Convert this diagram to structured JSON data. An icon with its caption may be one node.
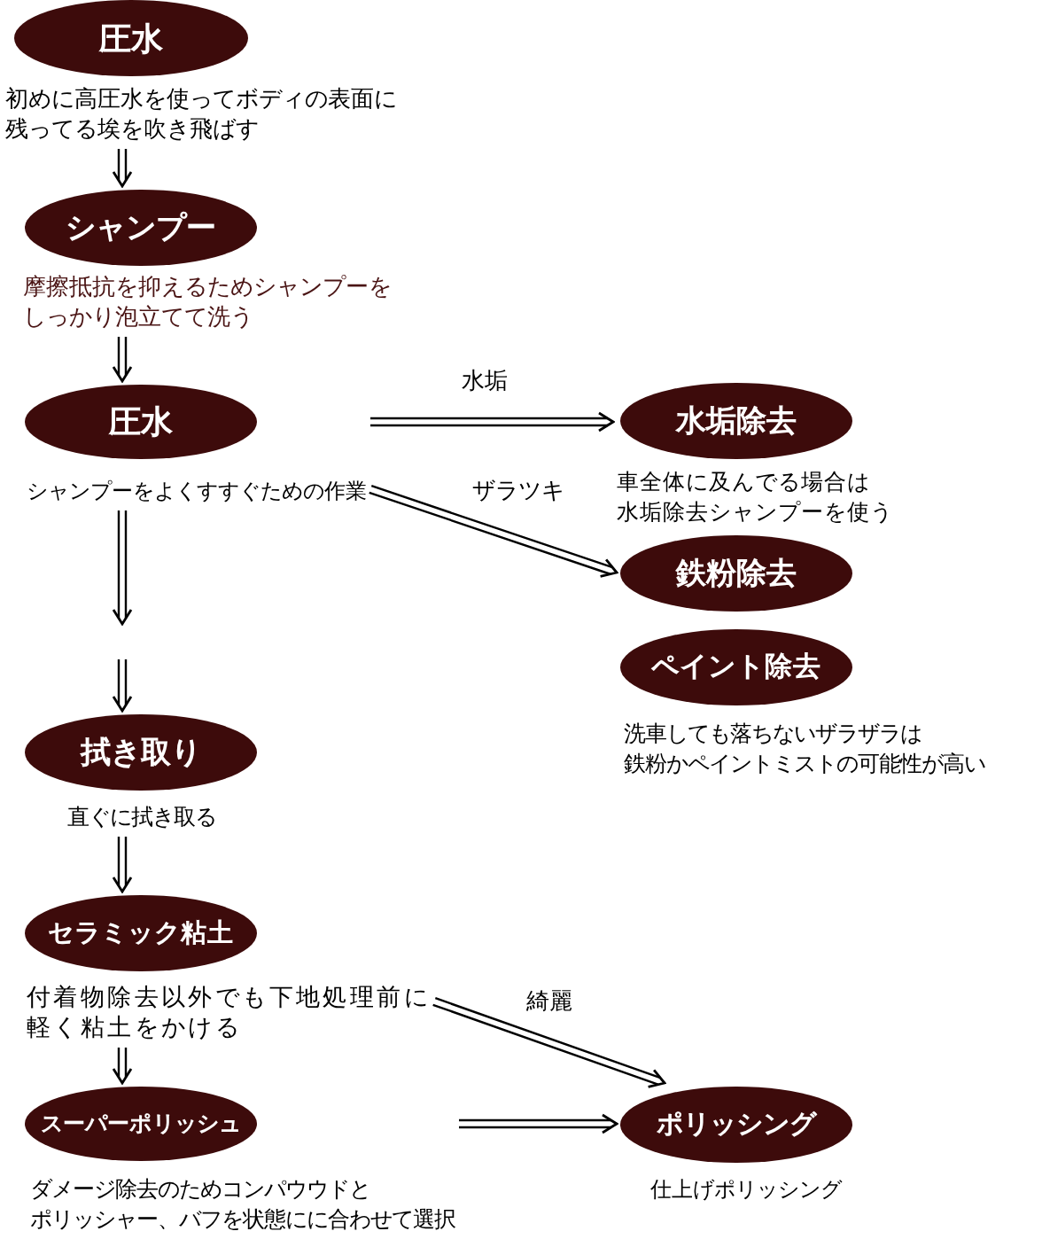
{
  "diagram": {
    "nodes": [
      {
        "text": [
          "圧水"
        ],
        "beside": [
          "初めに高圧水を使ってボディの表面に残ってる埃を吹き飛ばす"
        ]
      },
      {
        "text": [
          "シャンプー"
        ],
        "beside": [
          "摩擦抵抗を抑えるためシャンプーをしっかり泡立てて洗う"
        ]
      },
      {
        "text": [
          "圧水"
        ],
        "beside": [
          "シャンプーをよくすすぐための作業"
        ]
      },
      {
        "text": [
          "水垢除去"
        ],
        "beside": [
          "車全体に及んでる場合は水垢除去シャンプーを使う"
        ]
      },
      {
        "text": [
          "鉄粉除去"
        ]
      },
      {
        "text": [
          "ペイント除去"
        ],
        "beside": [
          "洗車しても落ちないザラザラは鉄粉かペイントミストの可能性が高い"
        ]
      },
      {
        "text": [
          "拭き取り"
        ],
        "beside": [
          "直ぐに拭き取る"
        ]
      },
      {
        "text": [
          "セラミック粘土"
        ],
        "beside": [
          "付着物除去以外でも下地処理前に軽く粘土をかける"
        ]
      },
      {
        "text": [
          "スーパーポリッシュ"
        ],
        "beside": [
          "ダメージ除去のためコンパウウドとポリッシャー、バフを状態にに合わせて選択"
        ]
      },
      {
        "text": [
          "ポリッシング"
        ],
        "beside": [
          "仕上げポリッシング"
        ]
      }
    ],
    "edges": [
      {
        "from": 0,
        "to": 1,
        "arrow": "to"
      },
      {
        "from": 1,
        "to": 2,
        "arrow": "to"
      },
      {
        "from": 2,
        "to": 3,
        "arrow": "to",
        "label": "水垢"
      },
      {
        "from": 2,
        "to": 4,
        "arrow": "to",
        "label": "ザラツキ"
      },
      {
        "from": 2,
        "to": null,
        "arrow": "to"
      },
      {
        "from": null,
        "to": 6,
        "arrow": "to"
      },
      {
        "from": 6,
        "to": 7,
        "arrow": "to"
      },
      {
        "from": 7,
        "to": 8,
        "arrow": "to"
      },
      {
        "from": 7,
        "to": 9,
        "arrow": "to",
        "label": "綺麗"
      },
      {
        "from": 8,
        "to": 9,
        "arrow": "to"
      }
    ]
  }
}
